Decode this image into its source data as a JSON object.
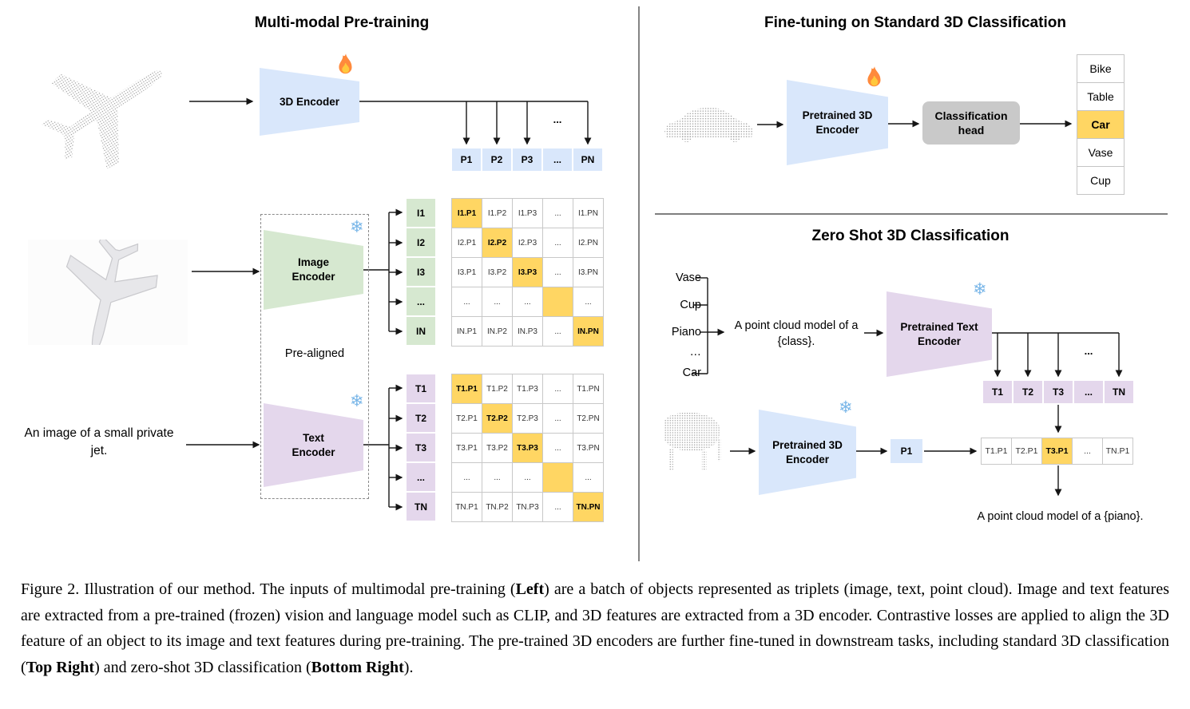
{
  "colors": {
    "highlight_orange": "#FFD663",
    "encoder_blue": "#D9E7FB",
    "encoder_green": "#D6E8D0",
    "encoder_purple": "#E4D7EC",
    "head_gray": "#C9C9C9"
  },
  "icons": {
    "fire": "fire-icon",
    "snowflake": "snowflake-icon",
    "snowflake_glyph": "❄"
  },
  "left": {
    "title": "Multi-modal Pre-training",
    "encoder_3d_label": "3D Encoder",
    "image_encoder_label": "Image Encoder",
    "text_encoder_label": "Text Encoder",
    "pre_aligned": "Pre-aligned",
    "input_text": "An image of a small private jet.",
    "ellipsis": "...",
    "p_row": [
      "P1",
      "P2",
      "P3",
      "...",
      "PN"
    ],
    "i_col": [
      "I1",
      "I2",
      "I3",
      "...",
      "IN"
    ],
    "t_col": [
      "T1",
      "T2",
      "T3",
      "...",
      "TN"
    ],
    "i_matrix": [
      [
        "I1.P1",
        "I1.P2",
        "I1.P3",
        "...",
        "I1.PN"
      ],
      [
        "I2.P1",
        "I2.P2",
        "I2.P3",
        "...",
        "I2.PN"
      ],
      [
        "I3.P1",
        "I3.P2",
        "I3.P3",
        "...",
        "I3.PN"
      ],
      [
        "...",
        "...",
        "...",
        "",
        "..."
      ],
      [
        "IN.P1",
        "IN.P2",
        "IN.P3",
        "...",
        "IN.PN"
      ]
    ],
    "t_matrix": [
      [
        "T1.P1",
        "T1.P2",
        "T1.P3",
        "...",
        "T1.PN"
      ],
      [
        "T2.P1",
        "T2.P2",
        "T2.P3",
        "...",
        "T2.PN"
      ],
      [
        "T3.P1",
        "T3.P2",
        "T3.P3",
        "...",
        "T3.PN"
      ],
      [
        "...",
        "...",
        "...",
        "",
        "..."
      ],
      [
        "TN.P1",
        "TN.P2",
        "TN.P3",
        "...",
        "TN.PN"
      ]
    ]
  },
  "finetune": {
    "title": "Fine-tuning on Standard 3D Classification",
    "encoder_label": "Pretrained 3D Encoder",
    "head_label": "Classification head",
    "classes": [
      "Bike",
      "Table",
      "Car",
      "Vase",
      "Cup"
    ],
    "highlight_index": 2
  },
  "zeroshot": {
    "title": "Zero Shot 3D Classification",
    "prompt_classes": [
      "Vase",
      "Cup",
      "Piano",
      "…",
      "Car"
    ],
    "prompt_text": "A point cloud model of a {class}.",
    "text_encoder_label": "Pretrained Text Encoder",
    "encoder_3d_label": "Pretrained 3D Encoder",
    "t_row": [
      "T1",
      "T2",
      "T3",
      "...",
      "TN"
    ],
    "p_cell": "P1",
    "result_row": [
      "T1.P1",
      "T2.P1",
      "T3.P1",
      "...",
      "TN.P1"
    ],
    "result_highlight_index": 2,
    "ellipsis": "...",
    "output_text": "A point cloud model of a {piano}."
  },
  "caption": {
    "segments": [
      {
        "text": "Figure 2. Illustration of our method. The inputs of multimodal pre-training (",
        "bold": false
      },
      {
        "text": "Left",
        "bold": true
      },
      {
        "text": ") are a batch of objects represented as triplets (image, text, point cloud). Image and text features are extracted from a pre-trained (frozen) vision and language model such as CLIP, and 3D features are extracted from a 3D encoder. Contrastive losses are applied to align the 3D feature of an object to its image and text features during pre-training. The pre-trained 3D encoders are further fine-tuned in downstream tasks, including standard 3D classification (",
        "bold": false
      },
      {
        "text": "Top Right",
        "bold": true
      },
      {
        "text": ") and zero-shot 3D classification (",
        "bold": false
      },
      {
        "text": "Bottom Right",
        "bold": true
      },
      {
        "text": ").",
        "bold": false
      }
    ]
  }
}
